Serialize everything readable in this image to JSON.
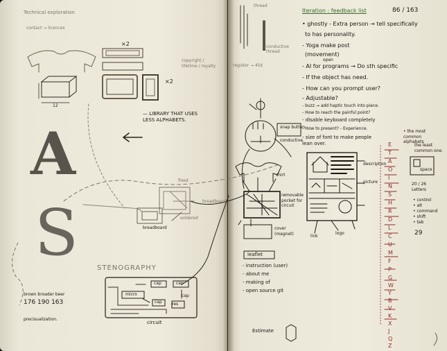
{
  "left": {
    "title": "Technical exploration",
    "subtitle": "contact → licences",
    "x2_top": "×2",
    "x2_mid": "×2",
    "dim": "12",
    "library_note": "— LIBRARY THAT USES LESS ALPHABETS.",
    "faint_note": "copyright / lifetime / royalty",
    "breadboard": "breadboard",
    "fixed_label": "fixed",
    "sotted": "soldered",
    "breadboard2": "breadboard",
    "stenography": "STENOGRAPHY",
    "circuit": "circuit",
    "cap1": "cap",
    "cap2": "cap",
    "micro": "micro",
    "cap3": "cap",
    "res": "res",
    "cap4": "cap",
    "num_labels": "brown  broader  beer",
    "numbers": "176  190  163",
    "precision": "precisualization."
  },
  "right": {
    "thread": "thread",
    "conductive_thread": "conductive thread",
    "register": "register → 45₵",
    "iteration": "Iteration : feedback list",
    "page_number": "86 / 163",
    "items": [
      "• ghostly - Extra person → tell specifically",
      "  to has personality.",
      "- Yoga make post",
      "  (movement)",
      "- AI for programs → Do sth specific",
      "- If the object has need.",
      "- How can you prompt user?",
      "- Adjustable?",
      "- buzz → add haptic touch into piece.",
      "- How to reach the painful point?",
      "- disable keyboard completely",
      "- How to present? - Experience.",
      "- size of font to make people lean over."
    ],
    "open_label": "open",
    "snap_button": "snap button",
    "conductive": "conductive",
    "shirt": "shirt",
    "removable": "removable pocket for circuit",
    "cover": "cover (magnet)",
    "leaflet": "leaflet",
    "leaflet_items": [
      "- instruction (user)",
      "- about me",
      "- making of",
      "- open source git"
    ],
    "estimate": "Estimate",
    "link": "link",
    "logo": "logo",
    "description": "description",
    "picture": "picture",
    "letters": [
      "E",
      "T",
      "A",
      "O",
      "I",
      "N",
      "S",
      "H",
      "R",
      "D",
      "L",
      "C",
      "U",
      "M",
      "F",
      "P",
      "G",
      "W",
      "Y",
      "B",
      "V",
      "K",
      "X",
      "J",
      "Q",
      "Z"
    ],
    "least_note": "• the most common alphabets",
    "least_note2": "the least common one.",
    "space": "space",
    "key_count": "20 / 26 Letters",
    "keys": [
      "• control",
      "• alt",
      "• command",
      "• shift",
      "• tab"
    ],
    "key_total": "29"
  }
}
